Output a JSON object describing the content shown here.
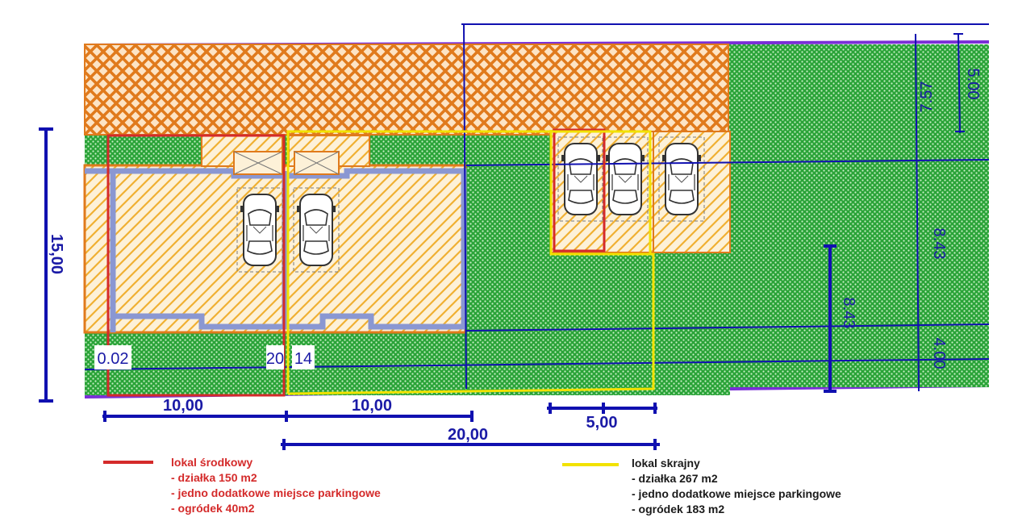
{
  "colors": {
    "garden_green": "#2aa338",
    "building_orange": "#e07a1c",
    "yellow_frame": "#f2e200",
    "red_frame": "#d42a2a",
    "dim_blue": "#1010b0",
    "purple_boundary": "#7a2fd6",
    "hatch_fill": "#fbe3b0",
    "wall_gray": "#8a97d2"
  },
  "dimensions": {
    "height_total": "15,00",
    "width_left": "10,00",
    "width_mid": "10,00",
    "width_total": "20,00",
    "width_parking": "5,00",
    "right_757": "7.57",
    "right_500": "5.00",
    "right_843": "8.43",
    "right_400": "4.00",
    "mid_843": "8.43"
  },
  "labels": {
    "lot_a": "0.02",
    "lot_b_prefix": "20",
    "lot_b_suffix": "14"
  },
  "legend": {
    "middle": {
      "title": "lokal środkowy",
      "line1": "- działka 150 m2",
      "line2": "- jedno dodatkowe miejsce parkingowe",
      "line3": "- ogródek 40m2"
    },
    "end": {
      "title": "lokal skrajny",
      "line1": "- działka 267 m2",
      "line2": "- jedno dodatkowe miejsce parkingowe",
      "line3": "- ogródek 183 m2"
    }
  }
}
